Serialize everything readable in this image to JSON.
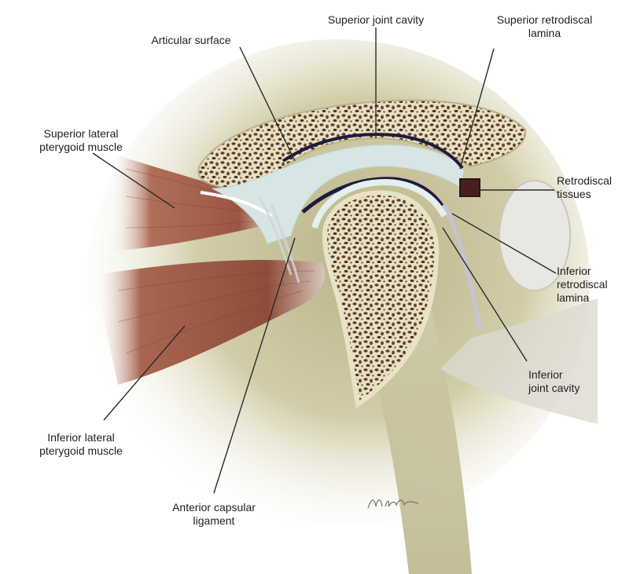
{
  "labels": {
    "superior_joint_cavity": [
      "Superior joint cavity"
    ],
    "articular_surface": [
      "Articular surface"
    ],
    "superior_retrodiscal_lamina": [
      "Superior retrodiscal",
      "lamina"
    ],
    "superior_lateral_pterygoid": [
      "Superior lateral",
      "pterygoid muscle"
    ],
    "retrodiscal_tissues": [
      "Retrodiscal",
      "tissues"
    ],
    "inferior_retrodiscal_lamina": [
      "Inferior",
      "retrodiscal",
      "lamina"
    ],
    "inferior_joint_cavity": [
      "Inferior",
      "joint cavity"
    ],
    "inferior_lateral_pterygoid": [
      "Inferior lateral",
      "pterygoid muscle"
    ],
    "anterior_capsular_ligament": [
      "Anterior capsular",
      "ligament"
    ]
  },
  "colors": {
    "background_tissue": "#cdc8a0",
    "bone": "#eae6cc",
    "marrow": "#5e3f22",
    "joint_space": "#d7e5e4",
    "disc": "#201a3c",
    "muscle": "#9b5a46",
    "leader_line": "#2a2a2a"
  }
}
